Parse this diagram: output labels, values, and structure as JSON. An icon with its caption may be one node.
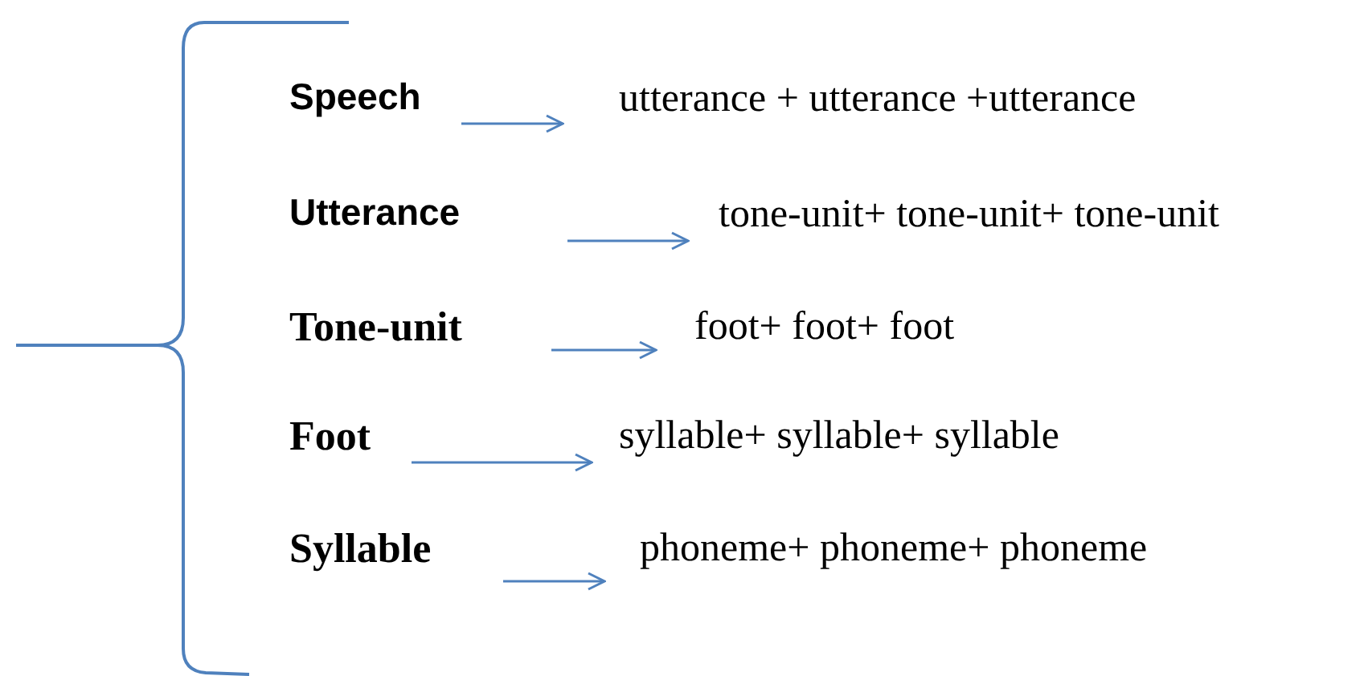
{
  "diagram": {
    "nodes": [
      {
        "text": [
          "Speech"
        ]
      },
      {
        "text": [
          "utterance + utterance +utterance"
        ]
      },
      {
        "text": [
          "Utterance"
        ]
      },
      {
        "text": [
          "tone-unit+ tone-unit+ tone-unit"
        ]
      },
      {
        "text": [
          "Tone-unit"
        ]
      },
      {
        "text": [
          "foot+ foot+ foot"
        ]
      },
      {
        "text": [
          "Foot"
        ]
      },
      {
        "text": [
          "syllable+ syllable+ syllable"
        ]
      },
      {
        "text": [
          "Syllable"
        ]
      },
      {
        "text": [
          "phoneme+ phoneme+ phoneme"
        ]
      }
    ],
    "edges": [
      {
        "from": 0,
        "to": 1,
        "arrow": "to"
      },
      {
        "from": 2,
        "to": 3,
        "arrow": "to"
      },
      {
        "from": 4,
        "to": 5,
        "arrow": "to"
      },
      {
        "from": 6,
        "to": 7,
        "arrow": "to"
      },
      {
        "from": 8,
        "to": 9,
        "arrow": "to"
      }
    ]
  }
}
